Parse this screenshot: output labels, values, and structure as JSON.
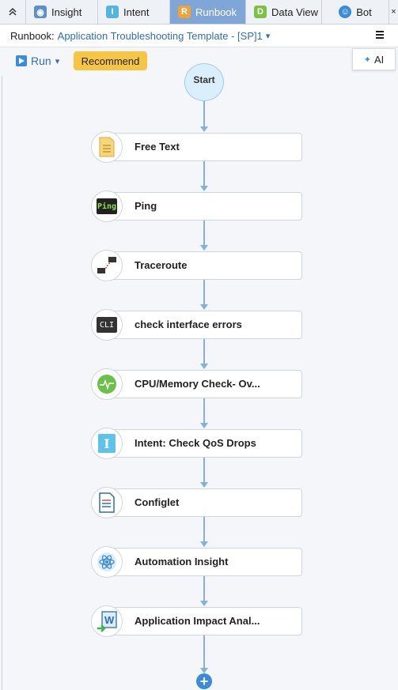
{
  "tabs": [
    {
      "label": "Insight",
      "icon": "insight-icon"
    },
    {
      "label": "Intent",
      "icon": "intent-icon"
    },
    {
      "label": "Runbook",
      "icon": "runbook-icon",
      "active": true
    },
    {
      "label": "Data View",
      "icon": "data-view-icon"
    },
    {
      "label": "Bot",
      "icon": "bot-icon"
    }
  ],
  "header": {
    "label": "Runbook:",
    "title": "Application Troubleshooting Template - [SP]1"
  },
  "toolbar": {
    "run_label": "Run",
    "recommend_label": "Recommend",
    "ai_label": "AI"
  },
  "flow": {
    "start_label": "Start",
    "nodes": [
      {
        "label": "Free Text",
        "icon": "document-icon"
      },
      {
        "label": "Ping",
        "icon": "ping-icon",
        "icon_text": "Ping"
      },
      {
        "label": "Traceroute",
        "icon": "traceroute-icon"
      },
      {
        "label": "check interface errors",
        "icon": "cli-icon",
        "icon_text": "CLI"
      },
      {
        "label": "CPU/Memory Check- Ov...",
        "icon": "pulse-icon"
      },
      {
        "label": "Intent: Check QoS Drops",
        "icon": "intent-icon"
      },
      {
        "label": "Configlet",
        "icon": "configlet-icon"
      },
      {
        "label": "Automation Insight",
        "icon": "atom-icon"
      },
      {
        "label": "Application Impact Anal...",
        "icon": "word-export-icon"
      }
    ]
  },
  "colors": {
    "accent": "#3a8bd9",
    "active_tab": "#7fa6d6",
    "recommend": "#f6c642",
    "connector": "#7fb3dc"
  }
}
